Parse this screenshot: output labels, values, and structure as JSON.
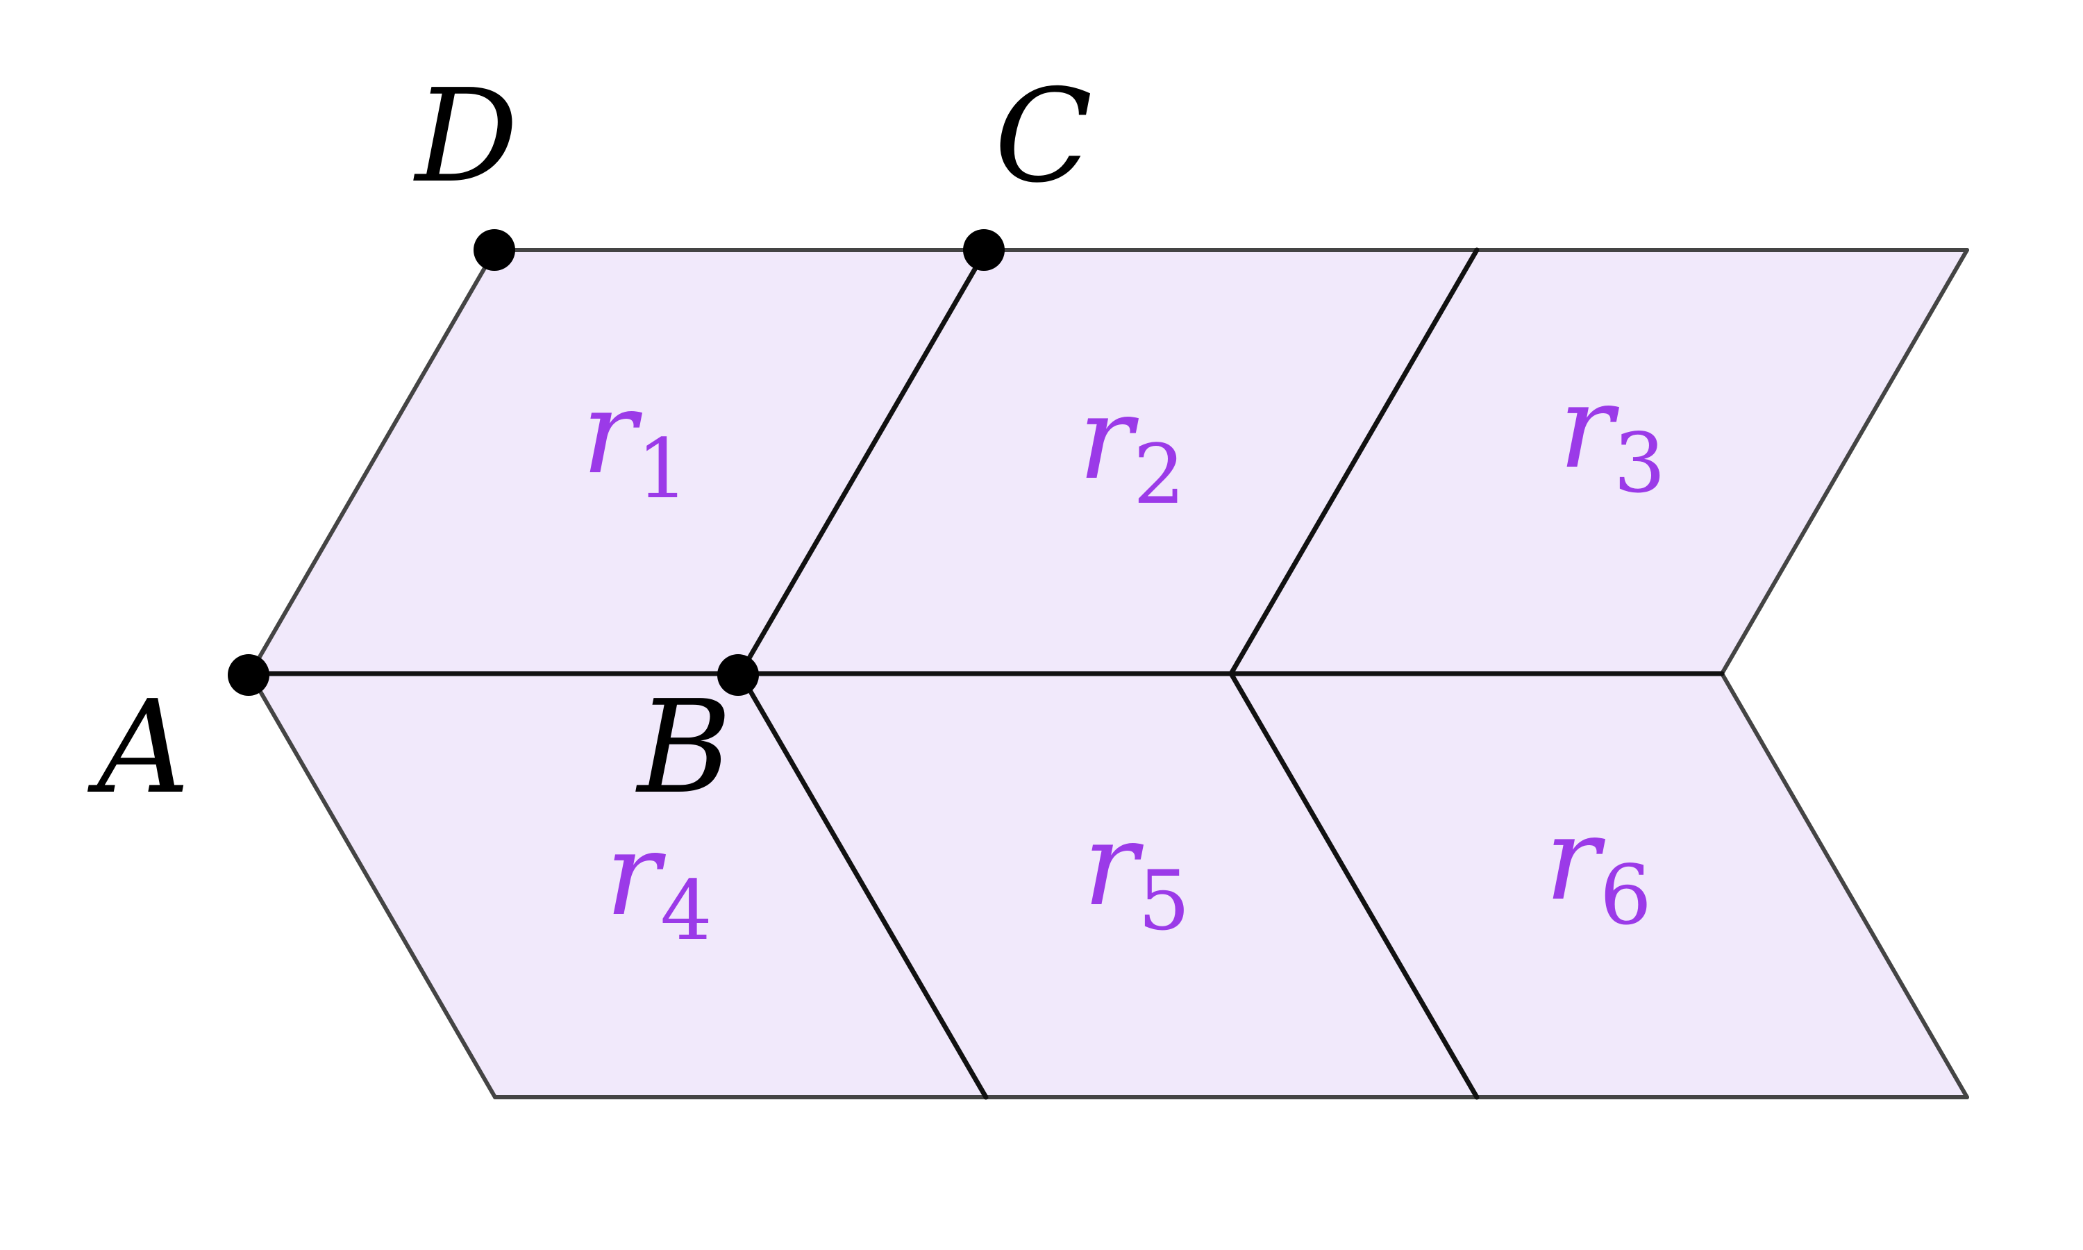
{
  "points": {
    "A": "A",
    "B": "B",
    "C": "C",
    "D": "D"
  },
  "regions": [
    {
      "letter": "r",
      "sub": "1"
    },
    {
      "letter": "r",
      "sub": "2"
    },
    {
      "letter": "r",
      "sub": "3"
    },
    {
      "letter": "r",
      "sub": "4"
    },
    {
      "letter": "r",
      "sub": "5"
    },
    {
      "letter": "r",
      "sub": "6"
    }
  ],
  "colors": {
    "fill": "#f1e9fb",
    "edge": "#444444",
    "inner_edge": "#111111",
    "point": "#000000",
    "label": "#000000",
    "region_label": "#9b3ae8"
  }
}
